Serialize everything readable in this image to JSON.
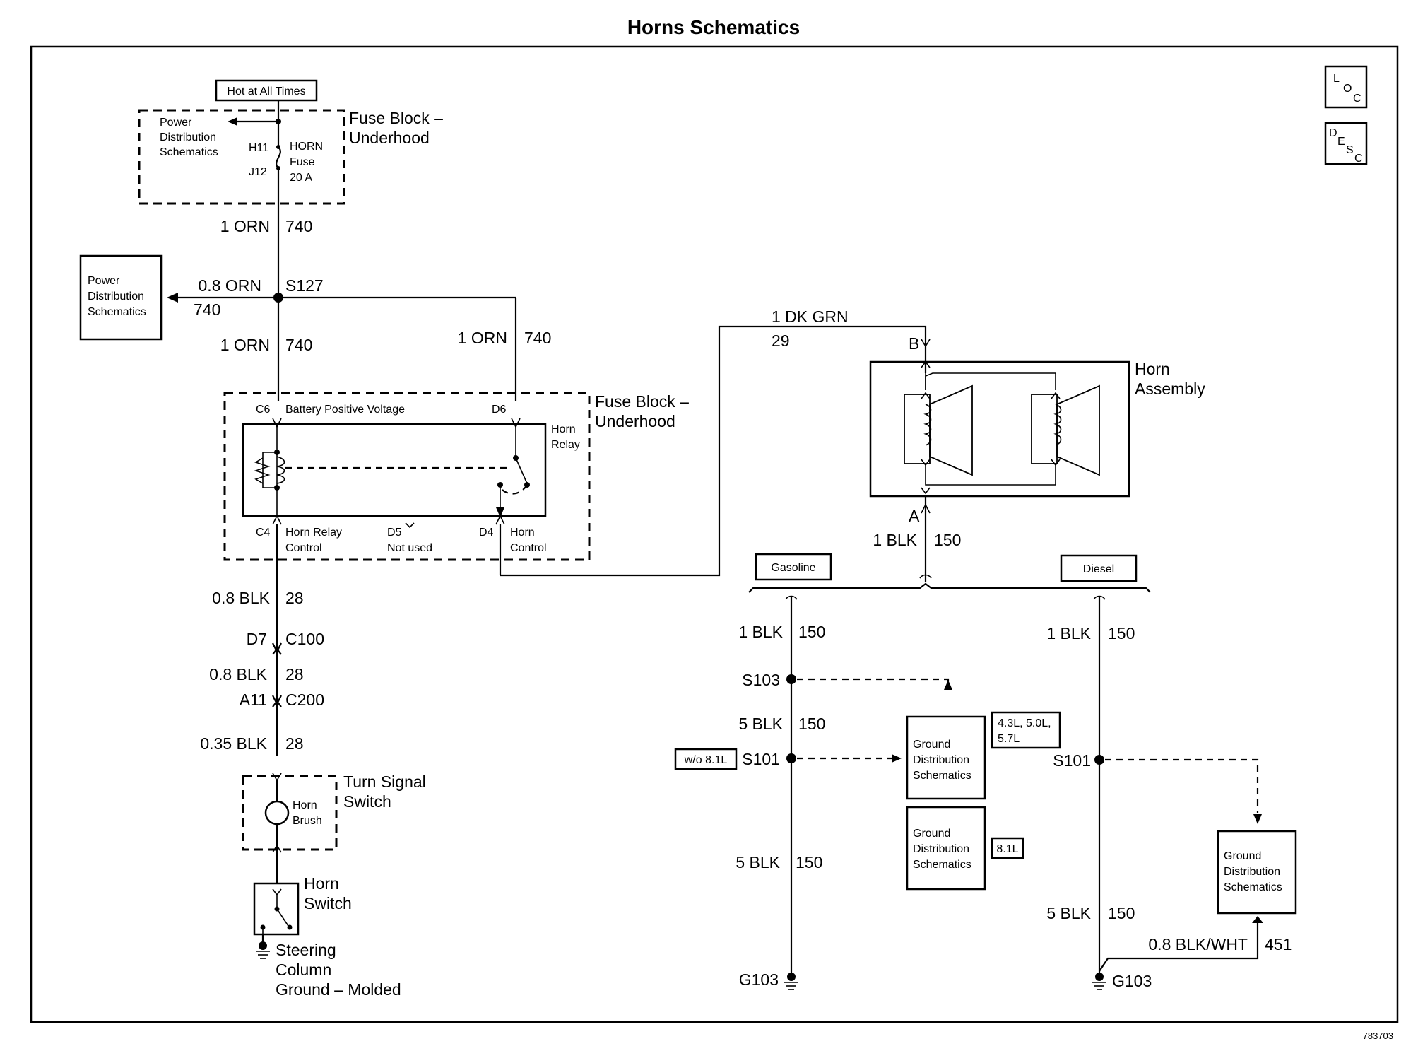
{
  "title": "Horns Schematics",
  "figure_number": "783703",
  "icons": {
    "loc": [
      "L",
      "O",
      "C"
    ],
    "desc": [
      "D",
      "E",
      "S",
      "C"
    ]
  },
  "fuse_block_top": {
    "hot_label": "Hot at All Times",
    "name_line1": "Fuse Block –",
    "name_line2": "Underhood",
    "power_dist": [
      "Power",
      "Distribution",
      "Schematics"
    ],
    "h11": "H11",
    "j12": "J12",
    "fuse": [
      "HORN",
      "Fuse",
      "20 A"
    ]
  },
  "wires_left": {
    "w1_gauge": "1 ORN",
    "w1_circuit": "740",
    "s127_gauge": "0.8 ORN",
    "s127_label": "S127",
    "s127_circuit": "740",
    "pd_box": [
      "Power",
      "Distribution",
      "Schematics"
    ],
    "w2_gauge": "1 ORN",
    "w2_circuit": "740",
    "w3_gauge": "1 ORN",
    "w3_circuit": "740"
  },
  "relay_block": {
    "name_line1": "Fuse Block –",
    "name_line2": "Underhood",
    "c6": "C6",
    "bat_pos": "Battery Positive Voltage",
    "d6": "D6",
    "relay_name": [
      "Horn",
      "Relay"
    ],
    "c4": "C4",
    "c4_label": [
      "Horn Relay",
      "Control"
    ],
    "d5": "D5",
    "d5_label": "Not used",
    "d4": "D4",
    "d4_label": [
      "Horn",
      "Control"
    ]
  },
  "column_wires": {
    "a_gauge": "0.8 BLK",
    "a_circuit": "28",
    "d7": "D7",
    "c100": "C100",
    "b_gauge": "0.8 BLK",
    "b_circuit": "28",
    "a11": "A11",
    "c200": "C200",
    "c_gauge": "0.35 BLK",
    "c_circuit": "28"
  },
  "turn_signal": {
    "name": [
      "Turn Signal",
      "Switch"
    ],
    "brush": [
      "Horn",
      "Brush"
    ]
  },
  "horn_switch": {
    "name": [
      "Horn",
      "Switch"
    ],
    "ground": [
      "Steering",
      "Column",
      "Ground – Molded"
    ]
  },
  "horn_assembly": {
    "wire_gauge": "1 DK GRN",
    "wire_circuit": "29",
    "pin_b": "B",
    "name": [
      "Horn",
      "Assembly"
    ],
    "pin_a": "A",
    "out_gauge": "1 BLK",
    "out_circuit": "150"
  },
  "gasoline": {
    "label": "Gasoline",
    "w1_gauge": "1 BLK",
    "w1_circuit": "150",
    "s103": "S103",
    "w2_gauge": "5 BLK",
    "w2_circuit": "150",
    "wo_label": "w/o 8.1L",
    "s101": "S101",
    "w3_gauge": "5 BLK",
    "w3_circuit": "150",
    "g103": "G103",
    "gd_box1": [
      "Ground",
      "Distribution",
      "Schematics"
    ],
    "engines_label": [
      "4.3L, 5.0L,",
      "5.7L"
    ],
    "gd_box2": [
      "Ground",
      "Distribution",
      "Schematics"
    ],
    "engine81": "8.1L"
  },
  "diesel": {
    "label": "Diesel",
    "w1_gauge": "1 BLK",
    "w1_circuit": "150",
    "s101": "S101",
    "gd_box": [
      "Ground",
      "Distribution",
      "Schematics"
    ],
    "w2_gauge": "5 BLK",
    "w2_circuit": "150",
    "w3_gauge": "0.8 BLK/WHT",
    "w3_circuit": "451",
    "g103": "G103"
  }
}
